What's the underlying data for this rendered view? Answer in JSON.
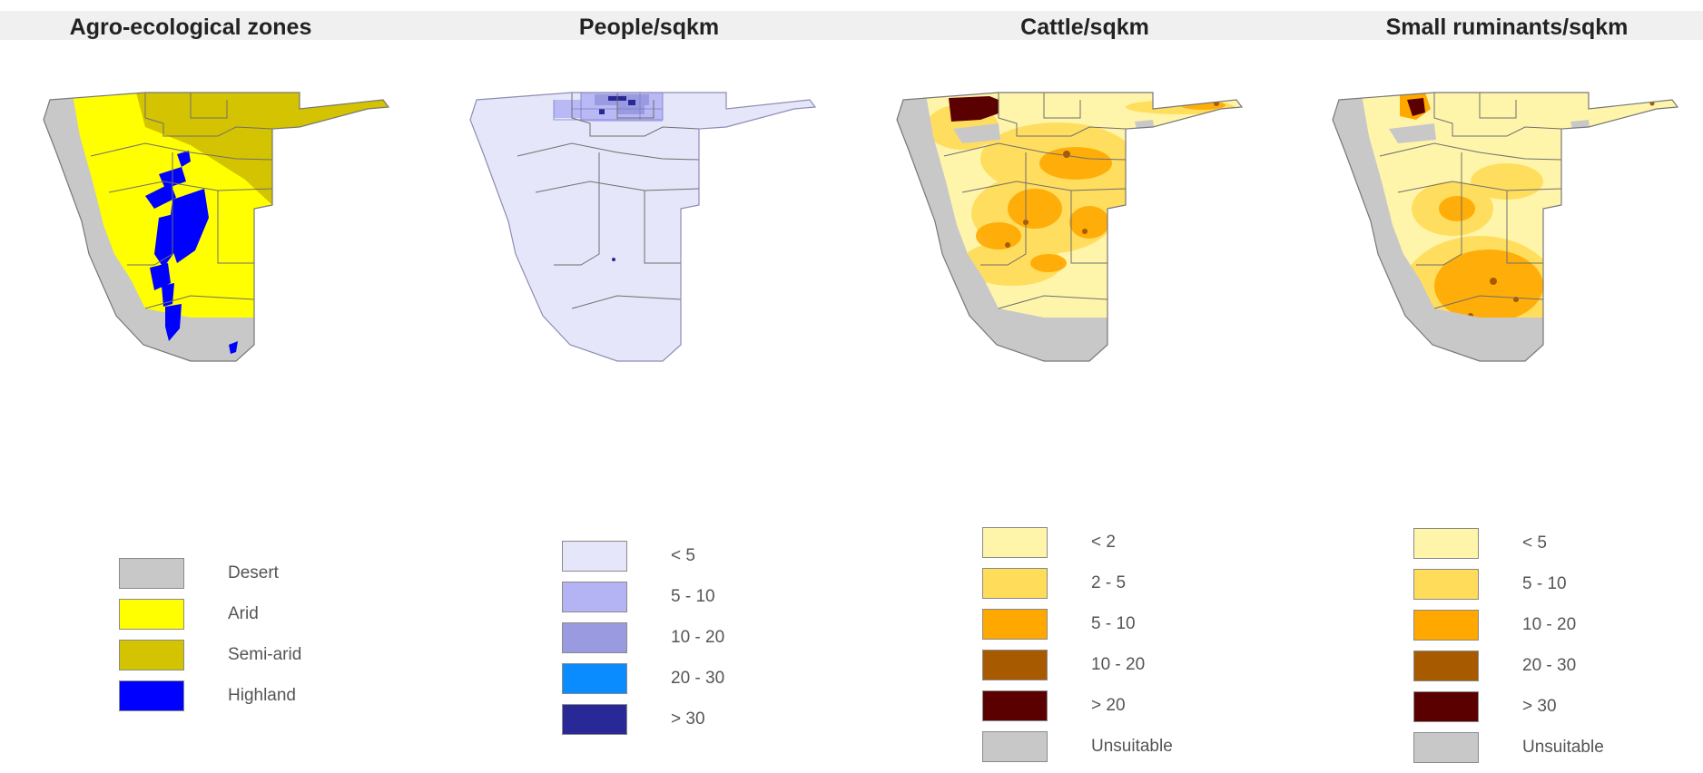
{
  "panels": [
    {
      "title": "Agro-ecological zones",
      "legend": [
        {
          "label": "Desert",
          "color": "#c8c8c8"
        },
        {
          "label": "Arid",
          "color": "#ffff00"
        },
        {
          "label": "Semi-arid",
          "color": "#d4c300"
        },
        {
          "label": "Highland",
          "color": "#0000ff"
        }
      ]
    },
    {
      "title": "People/sqkm",
      "legend": [
        {
          "label": "< 5",
          "color": "#e6e6fa"
        },
        {
          "label": "5 - 10",
          "color": "#b4b4f5"
        },
        {
          "label": "10 - 20",
          "color": "#9a9ae0"
        },
        {
          "label": "20 - 30",
          "color": "#0a8cff"
        },
        {
          "label": "> 30",
          "color": "#282896"
        }
      ]
    },
    {
      "title": "Cattle/sqkm",
      "legend": [
        {
          "label": "< 2",
          "color": "#fff5aa"
        },
        {
          "label": "2 - 5",
          "color": "#ffdc5a"
        },
        {
          "label": "5 - 10",
          "color": "#ffa800"
        },
        {
          "label": "10 - 20",
          "color": "#a85a00"
        },
        {
          "label": "> 20",
          "color": "#5a0000"
        },
        {
          "label": "Unsuitable",
          "color": "#c8c8c8"
        }
      ]
    },
    {
      "title": "Small ruminants/sqkm",
      "legend": [
        {
          "label": "< 5",
          "color": "#fff5aa"
        },
        {
          "label": "5 - 10",
          "color": "#ffdc5a"
        },
        {
          "label": "10 - 20",
          "color": "#ffa800"
        },
        {
          "label": "20 - 30",
          "color": "#a85a00"
        },
        {
          "label": "> 30",
          "color": "#5a0000"
        },
        {
          "label": "Unsuitable",
          "color": "#c8c8c8"
        }
      ]
    }
  ]
}
